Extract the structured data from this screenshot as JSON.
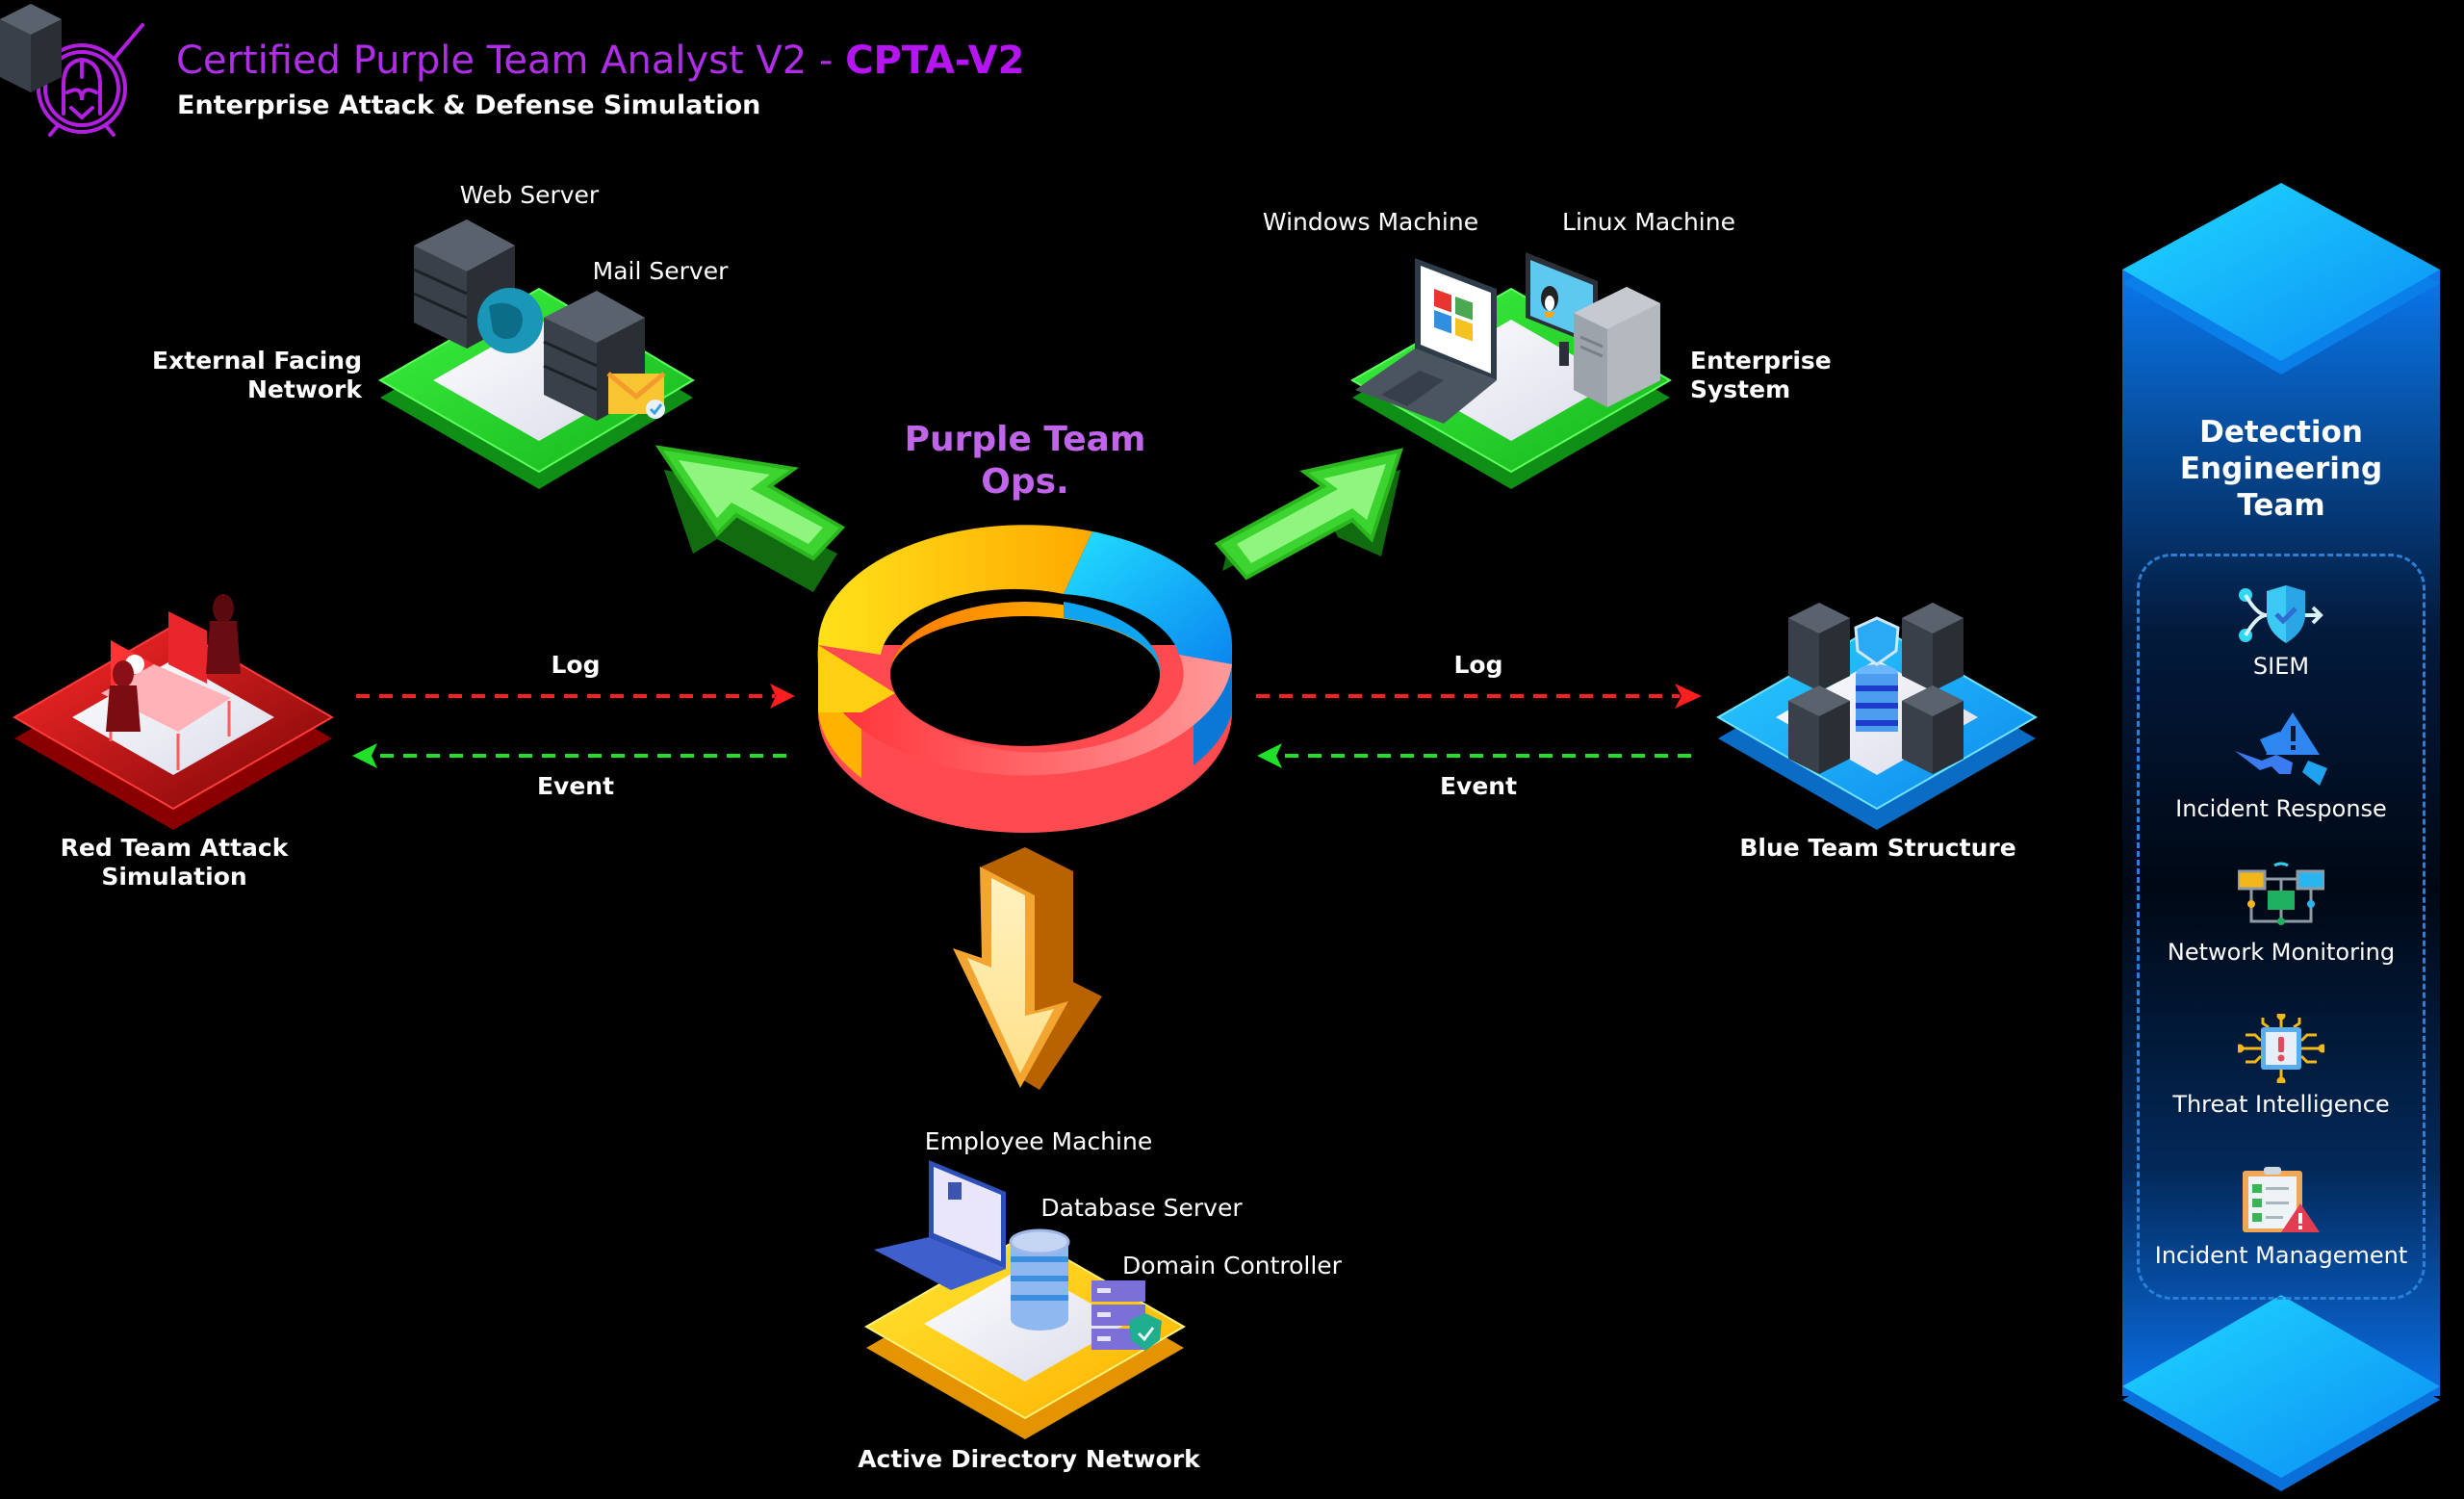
{
  "header": {
    "title_main": "Certified Purple Team Analyst V2 - ",
    "title_bold": "CPTA-V2",
    "subtitle": "Enterprise Attack & Defense Simulation",
    "logo": "spartan-helmet-shield-swords-logo"
  },
  "colors": {
    "title_purple": "#b02ee8",
    "ops_purple": "#c065ea",
    "log_red": "#ff1f1f",
    "event_green": "#22e02a",
    "platform_green": "#22d62a",
    "platform_red": "#e0141a",
    "platform_blue": "#16a8f5",
    "platform_yellow": "#ffc90e",
    "panel_blue": "#0b6fe0"
  },
  "center": {
    "title_line1": "Purple Team",
    "title_line2": "Ops.",
    "ring_segments": [
      "yellow-orange",
      "blue",
      "red-pink"
    ]
  },
  "nodes": {
    "external": {
      "label_line1": "External Facing",
      "label_line2": "Network",
      "web_server": "Web Server",
      "mail_server": "Mail Server"
    },
    "enterprise": {
      "label_line1": "Enterprise",
      "label_line2": "System",
      "windows": "Windows Machine",
      "linux": "Linux Machine"
    },
    "red": {
      "label_line1": "Red Team Attack",
      "label_line2": "Simulation"
    },
    "blue": {
      "label": "Blue Team Structure"
    },
    "ad": {
      "label": "Active Directory Network",
      "employee": "Employee Machine",
      "database": "Database Server",
      "dc": "Domain Controller"
    }
  },
  "flows": {
    "left_log": "Log",
    "left_event": "Event",
    "right_log": "Log",
    "right_event": "Event"
  },
  "detection": {
    "title_line1": "Detection",
    "title_line2": "Engineering",
    "title_line3": "Team",
    "tools": [
      {
        "label": "SIEM",
        "icon": "siem-shield-icon"
      },
      {
        "label": "Incident Response",
        "icon": "incident-response-icon"
      },
      {
        "label": "Network Monitoring",
        "icon": "network-monitoring-icon"
      },
      {
        "label": "Threat Intelligence",
        "icon": "threat-intelligence-chip-icon"
      },
      {
        "label": "Incident Management",
        "icon": "incident-management-clipboard-icon"
      }
    ]
  }
}
